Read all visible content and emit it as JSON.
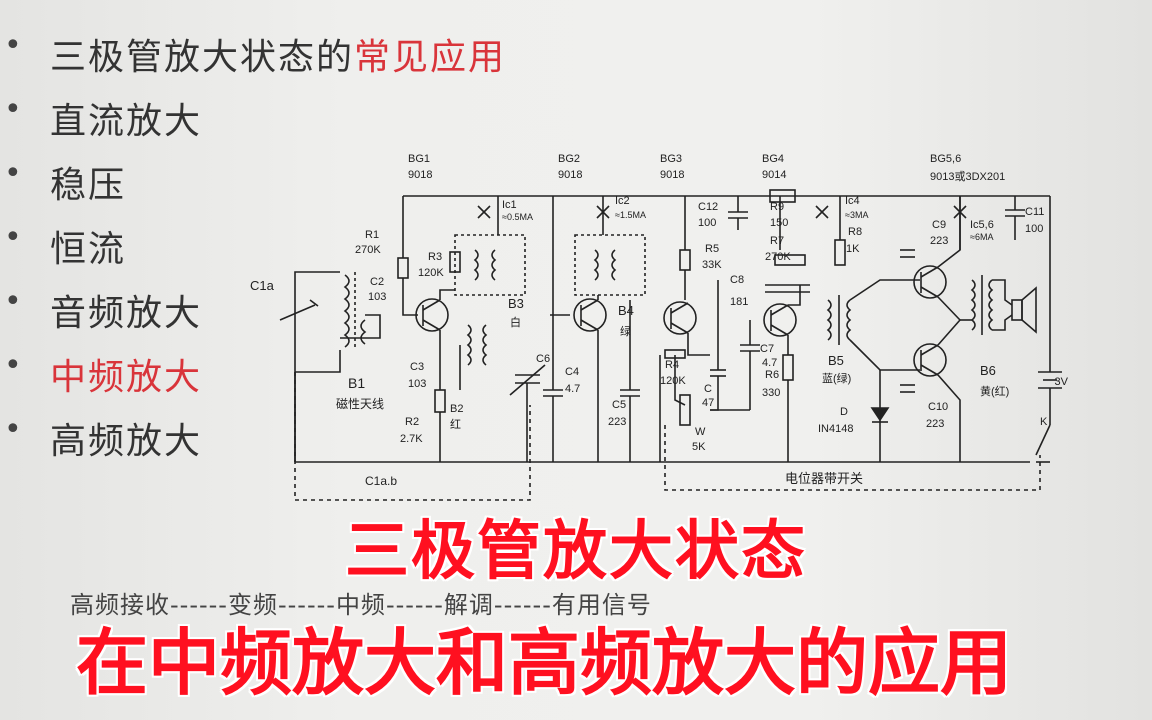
{
  "slide": {
    "bullets": [
      {
        "text_black": "三极管放大状态的",
        "text_red": "常见应用"
      },
      {
        "text_black": "直流放大",
        "text_red": ""
      },
      {
        "text_black": "稳压",
        "text_red": ""
      },
      {
        "text_black": "恒流",
        "text_red": ""
      },
      {
        "text_black": "音频放大",
        "text_red": ""
      },
      {
        "text_black": "",
        "text_red": "中频放大"
      },
      {
        "text_black": "高频放大",
        "text_red": ""
      }
    ],
    "bullet_symbol": "•",
    "flow": [
      "高频接收",
      "------",
      "变频",
      "------",
      "中频",
      "------",
      "解调",
      "------",
      "有用信号"
    ]
  },
  "circuit": {
    "transistors": [
      {
        "name": "BG1",
        "model": "9018"
      },
      {
        "name": "BG2",
        "model": "9018"
      },
      {
        "name": "BG3",
        "model": "9018"
      },
      {
        "name": "BG4",
        "model": "9014"
      },
      {
        "name": "BG5,6",
        "model": "9013或3DX201"
      }
    ],
    "components": {
      "C1a": "C1a",
      "C1ab": "C1a.b",
      "R1_name": "R1",
      "R1_val": "270K",
      "C2_name": "C2",
      "C2_val": "103",
      "R3_name": "R3",
      "R3_val": "120K",
      "C3_name": "C3",
      "C3_val": "103",
      "R2_name": "R2",
      "R2_val": "2.7K",
      "B1_name": "B1",
      "B1_label": "磁性天线",
      "B2_name": "B2",
      "B2_color": "红",
      "B3_name": "B3",
      "B3_color": "白",
      "B4_name": "B4",
      "B4_color": "绿",
      "B5_name": "B5",
      "B5_color": "蓝(绿)",
      "B6_name": "B6",
      "B6_color": "黄(红)",
      "Ic1_name": "Ic1",
      "Ic1_val": "≈0.5MA",
      "Ic2_name": "Ic2",
      "Ic2_val": "≈1.5MA",
      "Ic4_name": "Ic4",
      "Ic4_val": "≈3MA",
      "Ic56_name": "Ic5,6",
      "Ic56_val": "≈6MA",
      "C4_name": "C4",
      "C4_val": "4.7",
      "C5_name": "C5",
      "C5_val": "223",
      "C6_name": "C6",
      "C12_name": "C12",
      "C12_val": "100",
      "R5_name": "R5",
      "R5_val": "33K",
      "R4_name": "R4",
      "R4_val": "120K",
      "C8_name": "C8",
      "C8_val": "181",
      "R9_name": "R9",
      "R9_val": "150",
      "R7_name": "R7",
      "R7_val": "270K",
      "C7_name": "C7",
      "C7_val": "4.7",
      "R6_name": "R6",
      "R6_val": "330",
      "Cx_name": "C",
      "Cx_val": "47",
      "W_name": "W",
      "W_val": "5K",
      "R8_name": "R8",
      "R8_val": "1K",
      "C9_name": "C9",
      "C9_val": "223",
      "C10_name": "C10",
      "C10_val": "223",
      "C11_name": "C11",
      "C11_val": "100",
      "D_name": "D",
      "D_val": "IN4148",
      "battery": "3V",
      "switch": "K",
      "pot_switch": "电位器带开关"
    }
  },
  "subtitles": {
    "line1": "三极管放大状态",
    "line2": "在中频放大和高频放大的应用"
  }
}
